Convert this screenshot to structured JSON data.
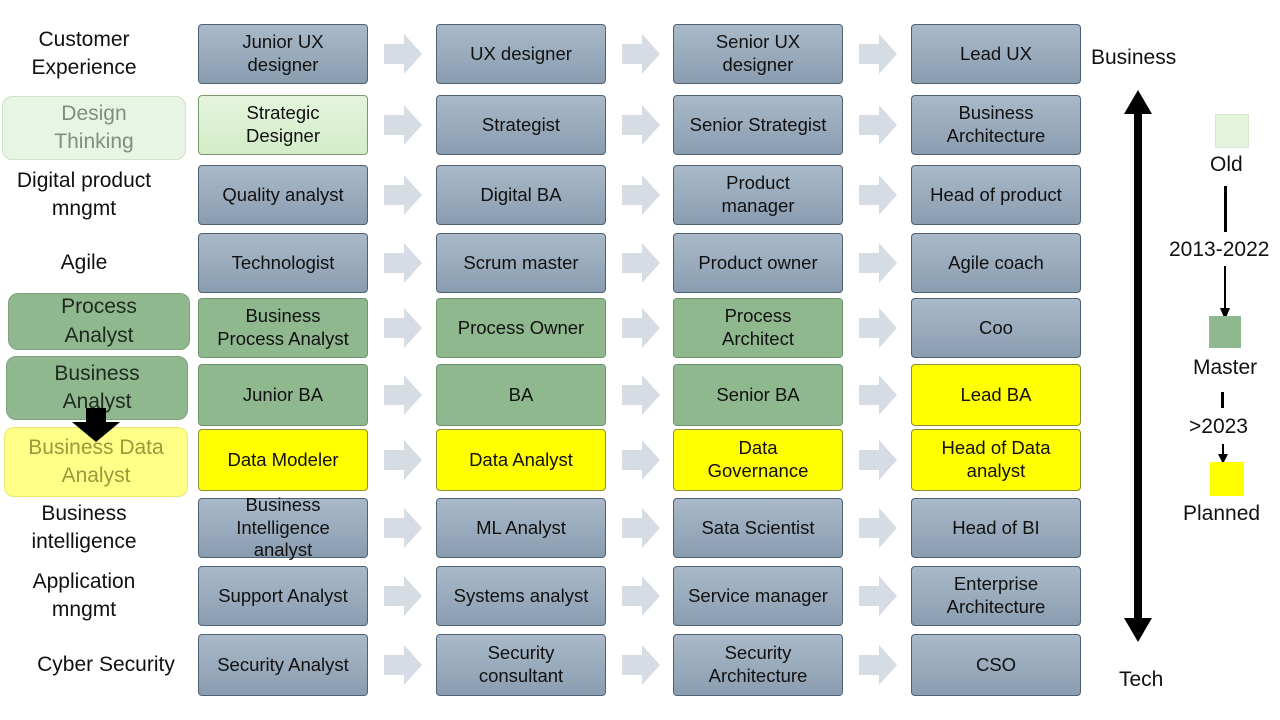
{
  "tracks": [
    {
      "label": "Customer\nExperience",
      "style": "plain",
      "cells": [
        {
          "text": "Junior UX\ndesigner",
          "status": "default"
        },
        {
          "text": "UX designer",
          "status": "default"
        },
        {
          "text": "Senior UX\ndesigner",
          "status": "default"
        },
        {
          "text": "Lead UX",
          "status": "default"
        }
      ]
    },
    {
      "label": "Design\nThinking",
      "style": "old",
      "cells": [
        {
          "text": "Strategic\nDesigner",
          "status": "old"
        },
        {
          "text": "Strategist",
          "status": "default"
        },
        {
          "text": "Senior Strategist",
          "status": "default"
        },
        {
          "text": "Business\nArchitecture",
          "status": "default"
        }
      ]
    },
    {
      "label": "Digital product\nmngmt",
      "style": "plain",
      "cells": [
        {
          "text": "Quality analyst",
          "status": "default"
        },
        {
          "text": "Digital BA",
          "status": "default"
        },
        {
          "text": "Product\nmanager",
          "status": "default"
        },
        {
          "text": "Head of product",
          "status": "default"
        }
      ]
    },
    {
      "label": "Agile",
      "style": "plain",
      "cells": [
        {
          "text": "Technologist",
          "status": "default"
        },
        {
          "text": "Scrum master",
          "status": "default"
        },
        {
          "text": "Product owner",
          "status": "default"
        },
        {
          "text": "Agile coach",
          "status": "default"
        }
      ]
    },
    {
      "label": "Process\nAnalyst",
      "style": "master",
      "cells": [
        {
          "text": "Business\nProcess Analyst",
          "status": "master"
        },
        {
          "text": "Process Owner",
          "status": "master"
        },
        {
          "text": "Process\nArchitect",
          "status": "master"
        },
        {
          "text": "Coo",
          "status": "default"
        }
      ]
    },
    {
      "label": "Business\nAnalyst",
      "style": "master",
      "cells": [
        {
          "text": "Junior BA",
          "status": "master"
        },
        {
          "text": "BA",
          "status": "master"
        },
        {
          "text": "Senior BA",
          "status": "master"
        },
        {
          "text": "Lead BA",
          "status": "planned"
        }
      ]
    },
    {
      "label": "Business Data\nAnalyst",
      "style": "planned",
      "cells": [
        {
          "text": "Data Modeler",
          "status": "planned"
        },
        {
          "text": "Data Analyst",
          "status": "planned"
        },
        {
          "text": "Data\nGovernance",
          "status": "planned"
        },
        {
          "text": "Head of Data\nanalyst",
          "status": "planned"
        }
      ]
    },
    {
      "label": "Business\nintelligence",
      "style": "plain",
      "cells": [
        {
          "text": "Business\nIntelligence\nanalyst",
          "status": "default"
        },
        {
          "text": "ML Analyst",
          "status": "default"
        },
        {
          "text": "Sata Scientist",
          "status": "default"
        },
        {
          "text": "Head of BI",
          "status": "default"
        }
      ]
    },
    {
      "label": "Application\nmngmt",
      "style": "plain",
      "cells": [
        {
          "text": "Support Analyst",
          "status": "default"
        },
        {
          "text": "Systems analyst",
          "status": "default"
        },
        {
          "text": "Service manager",
          "status": "default"
        },
        {
          "text": "Enterprise\nArchitecture",
          "status": "default"
        }
      ]
    },
    {
      "label": "Cyber Security",
      "style": "plain",
      "cells": [
        {
          "text": "Security Analyst",
          "status": "default"
        },
        {
          "text": "Security\nconsultant",
          "status": "default"
        },
        {
          "text": "Security\nArchitecture",
          "status": "default"
        },
        {
          "text": "CSO",
          "status": "default"
        }
      ]
    }
  ],
  "axis": {
    "top_label": "Business",
    "bottom_label": "Tech"
  },
  "legend": [
    {
      "label": "Old",
      "color": "#e4f4dc"
    },
    {
      "period": "2013-2022"
    },
    {
      "label": "Master",
      "color": "#8fb88f"
    },
    {
      "period": ">2023"
    },
    {
      "label": "Planned",
      "color": "#ffff00"
    }
  ],
  "colors": {
    "default": "#9aabbd",
    "old": "#e4f4dc",
    "master": "#8fb88f",
    "planned": "#ffff00",
    "label_old_bg": "#e9f5e4",
    "label_old_text": "#7f8f7f",
    "label_master_bg": "#8fb88f",
    "label_planned_bg": "#ffff88",
    "label_planned_text": "#9a9a3a",
    "arrow": "#d6dce3"
  }
}
